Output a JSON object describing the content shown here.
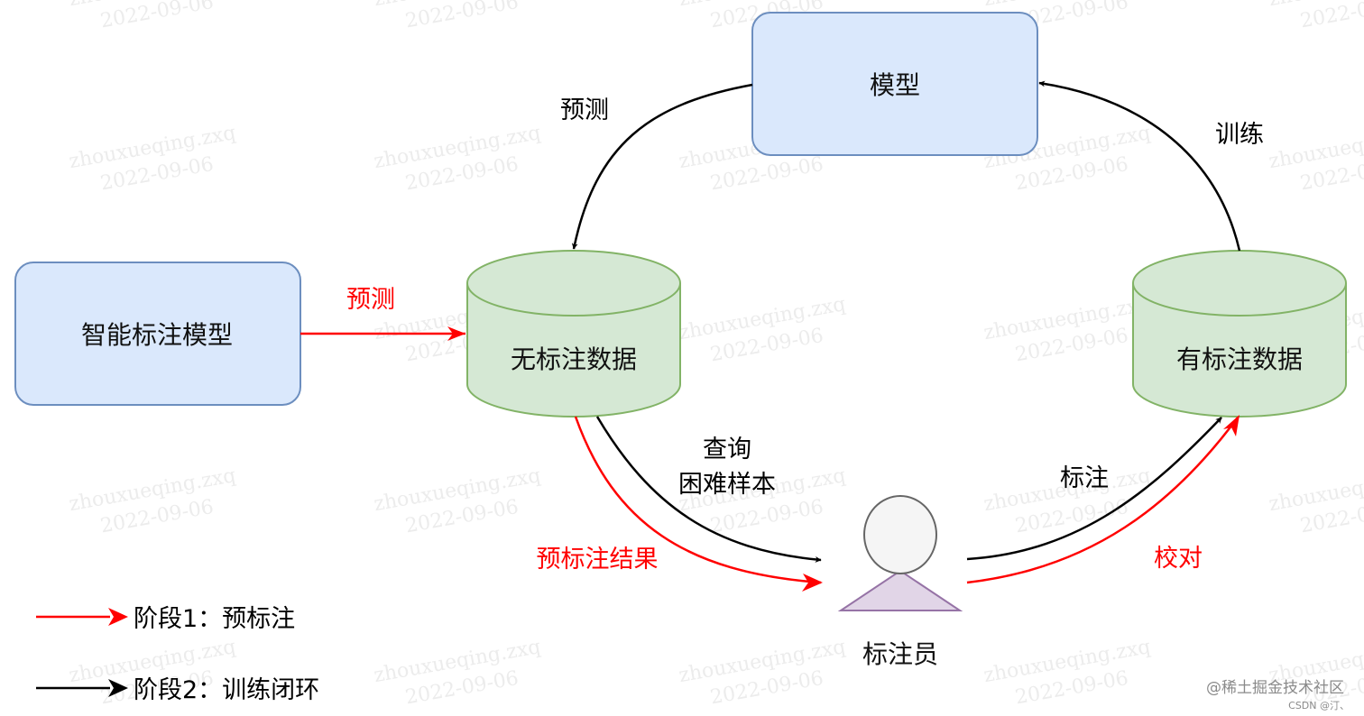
{
  "colors": {
    "model_fill": "#dae8fc",
    "model_stroke": "#6c8ebf",
    "db_fill": "#d5e8d4",
    "db_stroke": "#82b366",
    "person_head_fill": "#f5f5f5",
    "person_head_stroke": "#666666",
    "person_body_fill": "#e1d5e7",
    "person_body_stroke": "#9673a6",
    "red": "#ff0000",
    "black": "#000000"
  },
  "nodes": {
    "model": "模型",
    "smart_model": "智能标注模型",
    "unlabeled": "无标注数据",
    "labeled": "有标注数据",
    "annotator": "标注员"
  },
  "edges": {
    "predict_top": "预测",
    "train": "训练",
    "predict_red": "预测",
    "query_line1": "查询",
    "query_line2": "困难样本",
    "pre_result": "预标注结果",
    "annotate": "标注",
    "proofread": "校对"
  },
  "legend": {
    "stage1": "阶段1：预标注",
    "stage2": "阶段2：训练闭环"
  },
  "watermark": {
    "name": "zhouxueqing.zxq",
    "date": "2022-09-06",
    "brand": "@稀土掘金技术社区",
    "csdn": "CSDN @汀、"
  }
}
